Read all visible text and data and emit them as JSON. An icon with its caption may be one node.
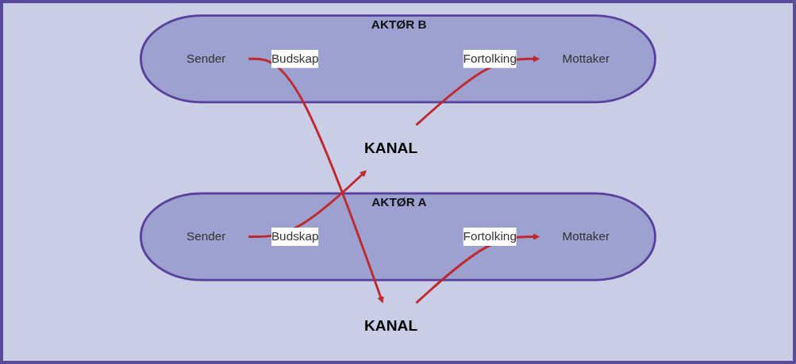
{
  "diagram": {
    "nodes": [
      {
        "text": [
          "AKTØR A"
        ]
      },
      {
        "text": [
          "Mottaker"
        ],
        "in": 0
      },
      {
        "text": [
          "Sender"
        ],
        "in": 0
      },
      {
        "text": [
          "KANAL"
        ]
      },
      {
        "text": [
          "KANAL"
        ]
      },
      {
        "text": [
          "AKTØR B"
        ]
      },
      {
        "text": [
          "Sender"
        ],
        "in": 5
      },
      {
        "text": [
          "Mottaker"
        ],
        "in": 5
      }
    ],
    "edges": [
      {
        "from": 3,
        "to": 1,
        "arrow": "to",
        "label": "Fortolking"
      },
      {
        "from": 6,
        "to": 3,
        "arrow": "to",
        "label": "Budskap"
      },
      {
        "from": 2,
        "to": 4,
        "arrow": "to",
        "label": "Budskap"
      },
      {
        "from": 4,
        "to": 7,
        "arrow": "to",
        "label": "Fortolking"
      }
    ]
  }
}
